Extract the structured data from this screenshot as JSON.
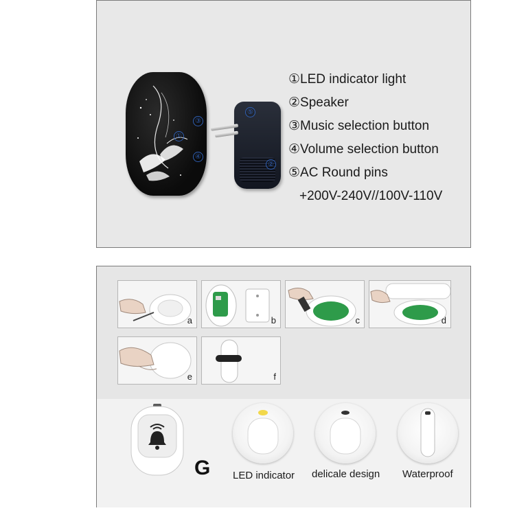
{
  "specs": {
    "items": [
      "①LED indicator light",
      "②Speaker",
      "③Music selection button",
      "④Volume selection button",
      "⑤AC Round pins",
      "+200V-240V//100V-110V"
    ],
    "callouts": [
      "①",
      "②",
      "③",
      "④",
      "⑤"
    ]
  },
  "steps": {
    "labels": [
      "a",
      "b",
      "c",
      "d",
      "e",
      "f"
    ]
  },
  "features": {
    "model_letter": "G",
    "labels": [
      "LED indicator",
      "delicale design",
      "Waterproof"
    ]
  },
  "colors": {
    "callout_blue": "#2f5fb3",
    "led_yellow": "#f2d84b",
    "pcb_green": "#2e9b4a"
  }
}
